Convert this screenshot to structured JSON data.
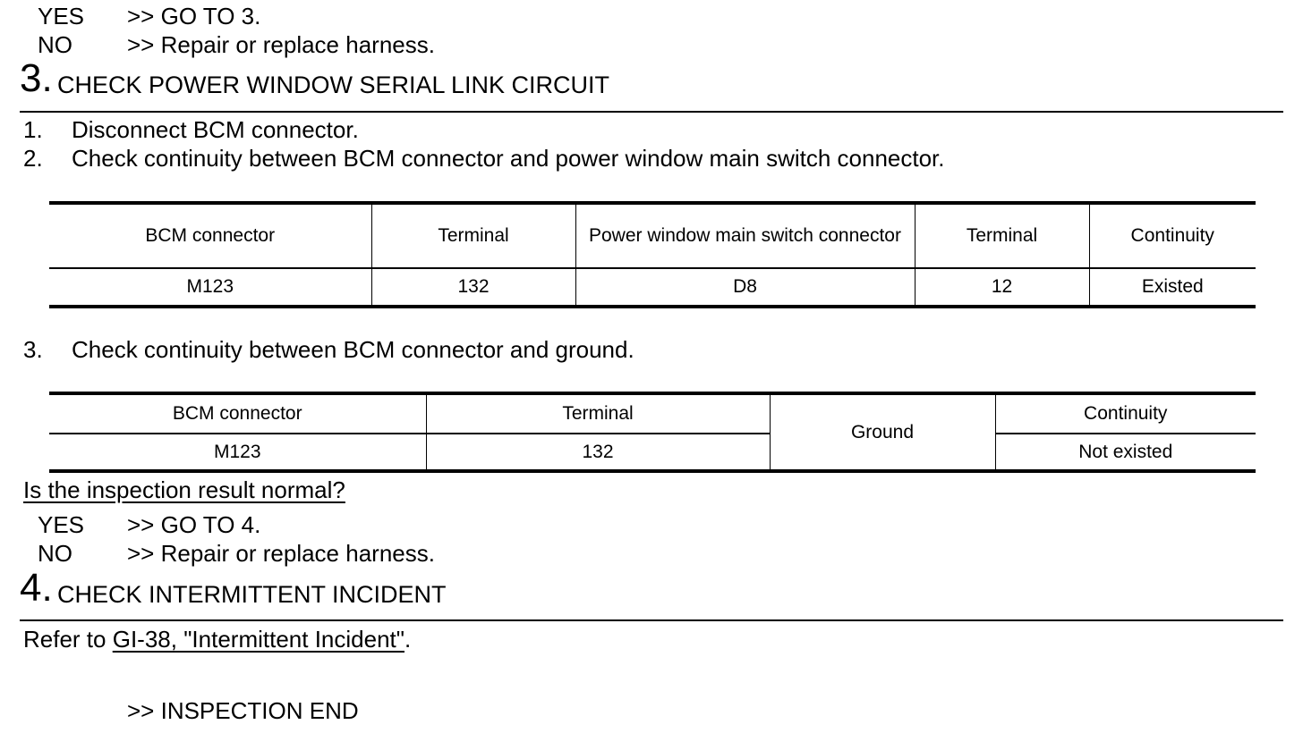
{
  "prev_result": {
    "yes_label": "YES",
    "yes_action": ">> GO TO 3.",
    "no_label": "NO",
    "no_action": ">> Repair or replace harness."
  },
  "step3": {
    "number": "3.",
    "title": "CHECK POWER WINDOW SERIAL LINK CIRCUIT",
    "instructions": [
      {
        "num": "1.",
        "text": "Disconnect BCM connector."
      },
      {
        "num": "2.",
        "text": "Check continuity between BCM connector and power window main switch connector."
      }
    ],
    "table1": {
      "headers": [
        "BCM connector",
        "Terminal",
        "Power window main switch connector",
        "Terminal",
        "Continuity"
      ],
      "row": [
        "M123",
        "132",
        "D8",
        "12",
        "Existed"
      ]
    },
    "instruction3": {
      "num": "3.",
      "text": "Check continuity between BCM connector and ground."
    },
    "table2": {
      "headers": [
        "BCM connector",
        "Terminal",
        "Ground",
        "Continuity"
      ],
      "row": [
        "M123",
        "132",
        "Not existed"
      ]
    },
    "question": "Is the inspection result normal?",
    "yes_label": "YES",
    "yes_action": ">> GO TO 4.",
    "no_label": "NO",
    "no_action": ">> Repair or replace harness."
  },
  "step4": {
    "number": "4.",
    "title": "CHECK INTERMITTENT INCIDENT",
    "refer_prefix": "Refer to ",
    "refer_link": "GI-38, \"Intermittent Incident\"",
    "refer_suffix": ".",
    "end_text": ">> INSPECTION END"
  }
}
